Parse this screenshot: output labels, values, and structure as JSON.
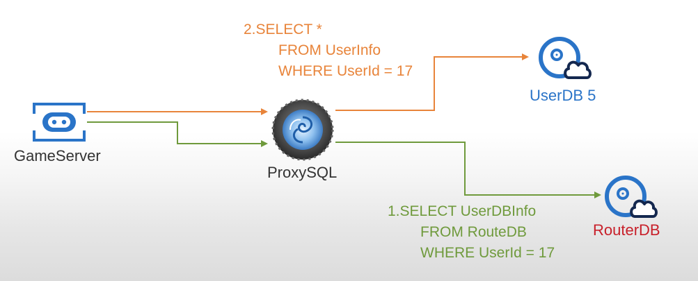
{
  "nodes": {
    "game_server": "GameServer",
    "proxy_sql": "ProxySQL",
    "user_db": {
      "name": "UserDB",
      "number": "5"
    },
    "router_db": "RouterDB"
  },
  "queries": {
    "select_userinfo": [
      "2.SELECT *",
      "FROM UserInfo",
      "WHERE UserId = 17"
    ],
    "select_userdbinfo": [
      "1.SELECT UserDBInfo",
      "FROM RouteDB",
      "WHERE UserId = 17"
    ]
  },
  "colors": {
    "orange": "#e8843a",
    "green": "#6f9a3c",
    "blue": "#2a74c8",
    "red": "#c8202a"
  },
  "icons": [
    "game-controller-icon",
    "proxysql-swirl-icon",
    "database-cloud-icon"
  ]
}
